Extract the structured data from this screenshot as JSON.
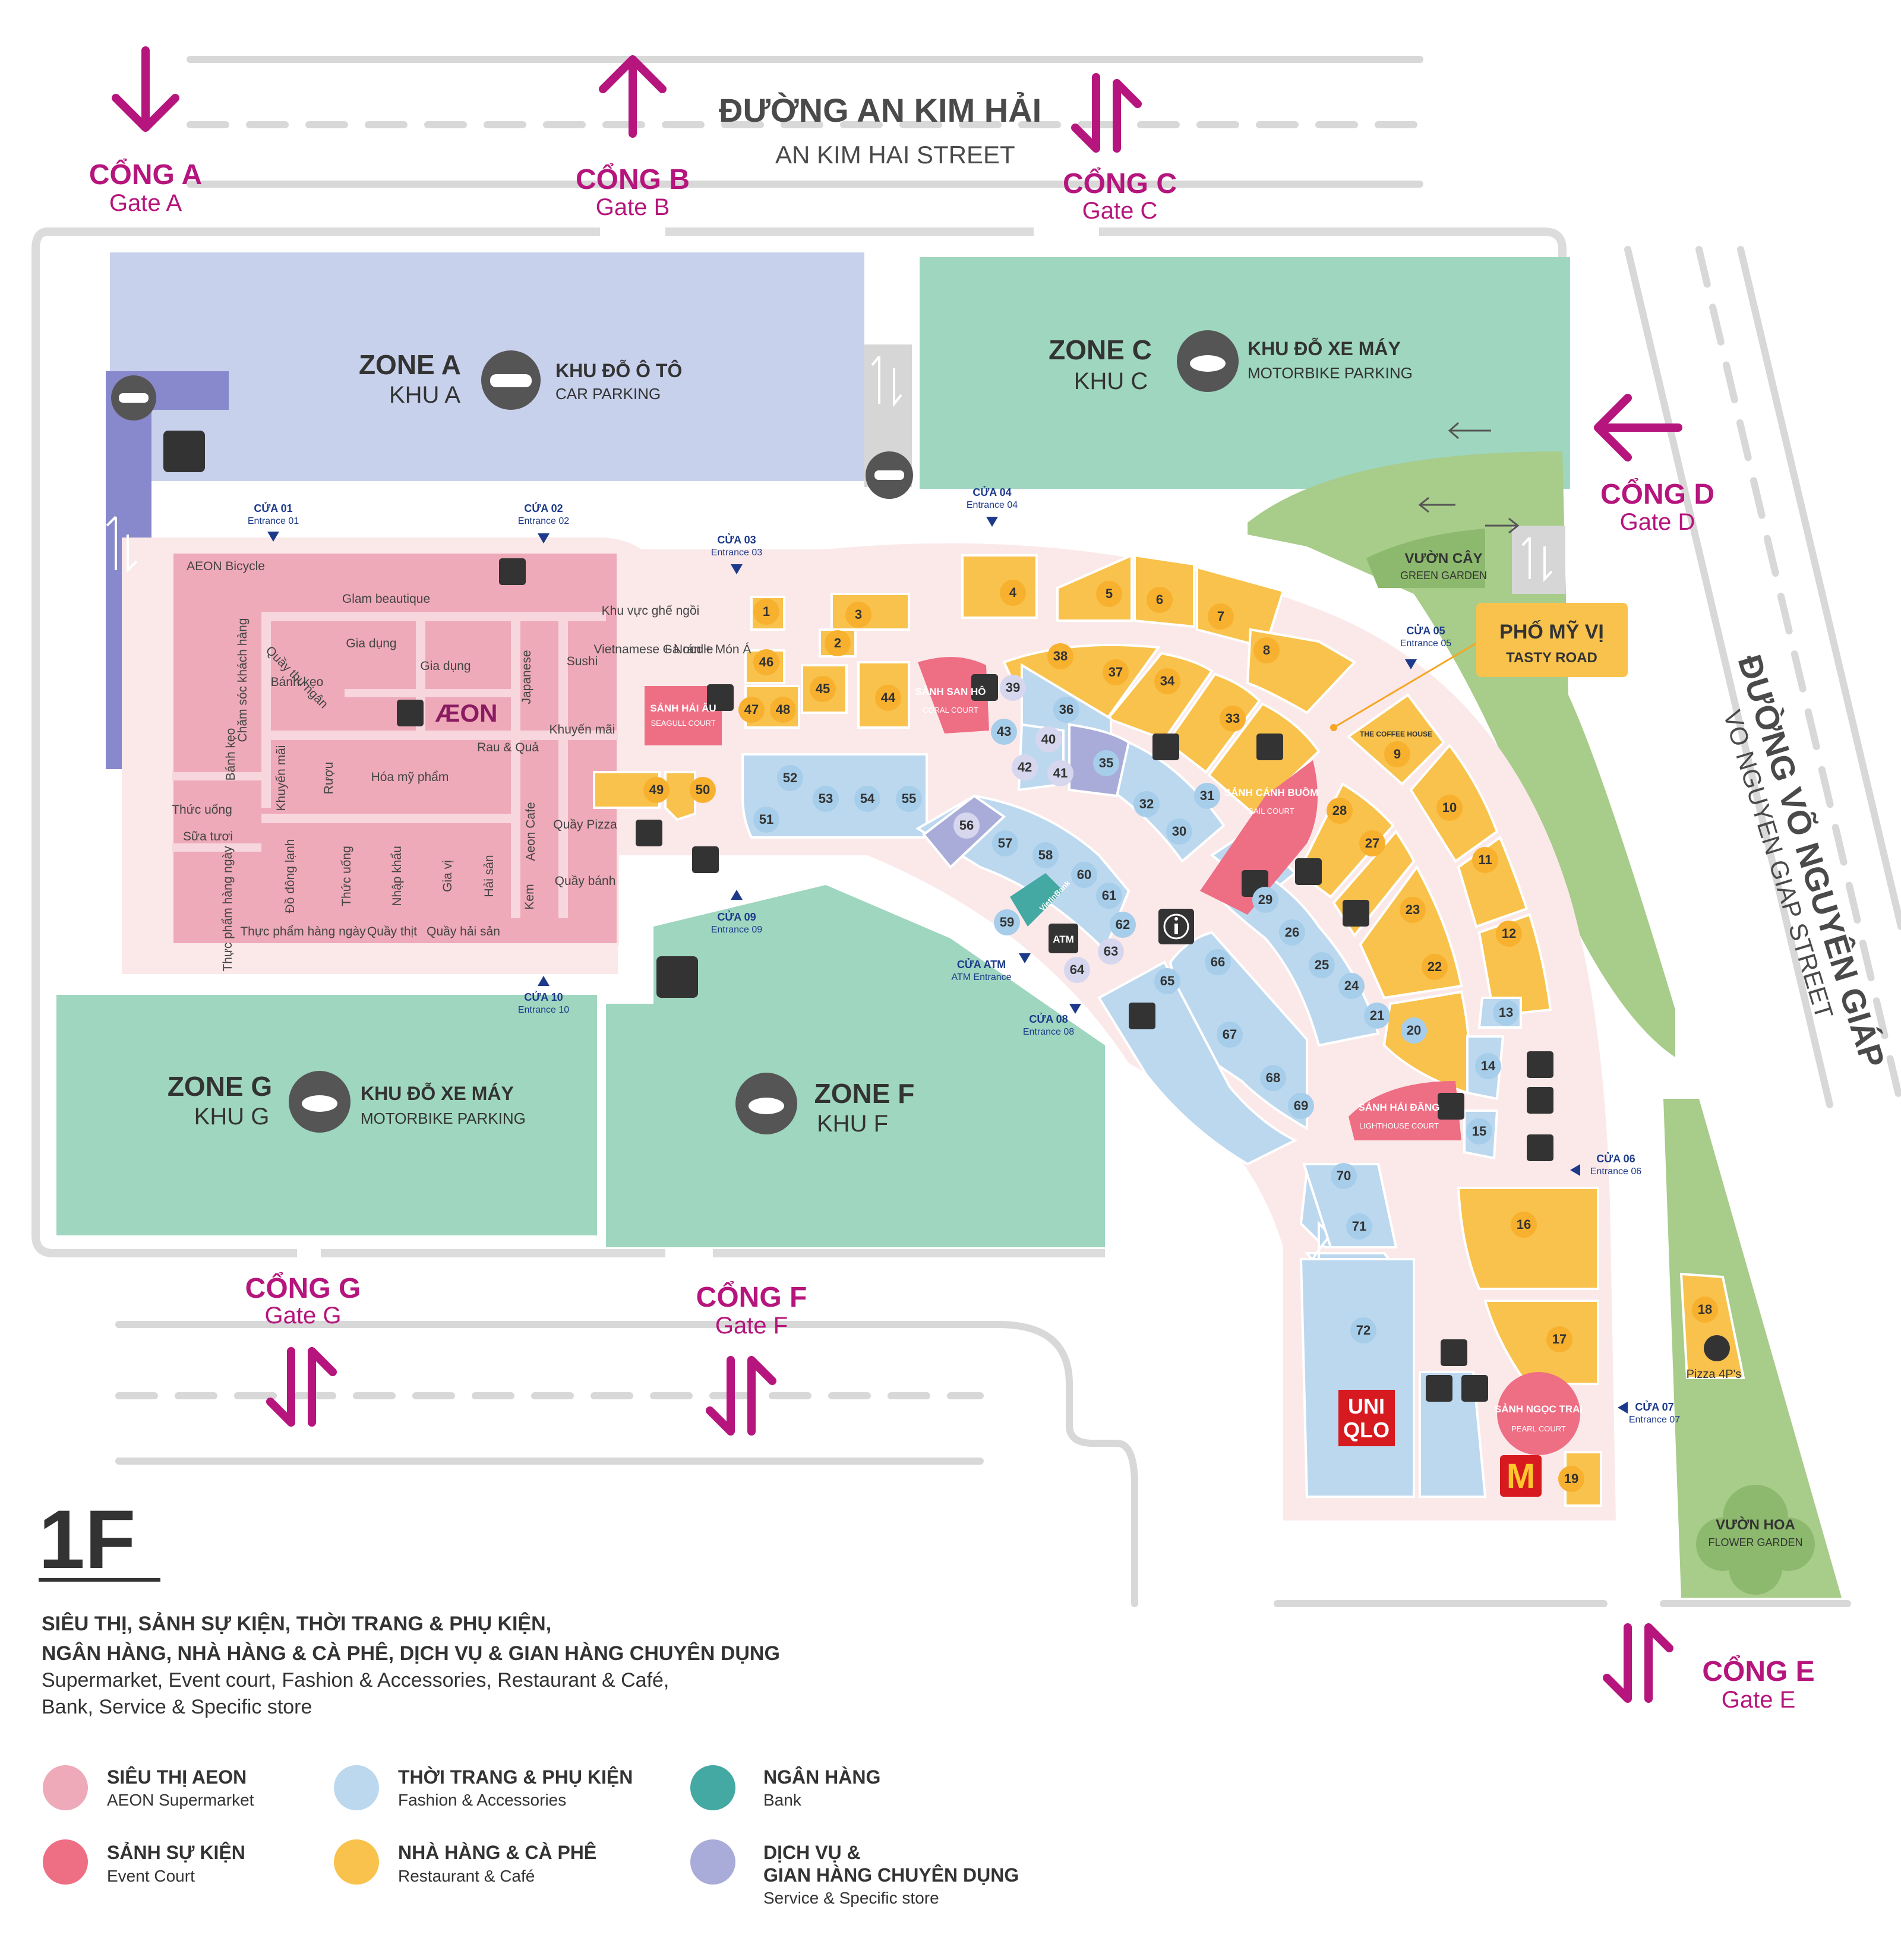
{
  "street_top": {
    "title": "ĐƯỜNG AN KIM HẢI",
    "subtitle": "AN KIM HAI STREET"
  },
  "street_right": {
    "title": "ĐƯỜNG VÕ NGUYÊN GIÁP",
    "subtitle": "VO NGUYEN GIAP STREET"
  },
  "gates": {
    "a": {
      "title": "CỔNG A",
      "sub": "Gate A"
    },
    "b": {
      "title": "CỔNG B",
      "sub": "Gate B"
    },
    "c": {
      "title": "CỔNG C",
      "sub": "Gate C"
    },
    "d": {
      "title": "CỔNG D",
      "sub": "Gate D"
    },
    "e": {
      "title": "CỔNG E",
      "sub": "Gate E"
    },
    "f": {
      "title": "CỔNG F",
      "sub": "Gate F"
    },
    "g": {
      "title": "CỔNG G",
      "sub": "Gate G"
    }
  },
  "zones": {
    "a": {
      "title": "ZONE A",
      "sub": "KHU A",
      "park_title": "KHU ĐỖ Ô TÔ",
      "park_sub": "CAR PARKING"
    },
    "c": {
      "title": "ZONE C",
      "sub": "KHU C",
      "park_title": "KHU ĐỖ XE MÁY",
      "park_sub": "MOTORBIKE PARKING"
    },
    "g": {
      "title": "ZONE G",
      "sub": "KHU G",
      "park_title": "KHU ĐỖ XE MÁY",
      "park_sub": "MOTORBIKE PARKING"
    },
    "f": {
      "title": "ZONE F",
      "sub": "KHU F"
    }
  },
  "entrances": {
    "e01": {
      "title": "CỬA 01",
      "sub": "Entrance 01"
    },
    "e02": {
      "title": "CỬA 02",
      "sub": "Entrance 02"
    },
    "e03": {
      "title": "CỬA 03",
      "sub": "Entrance 03"
    },
    "e04": {
      "title": "CỬA 04",
      "sub": "Entrance 04"
    },
    "e05": {
      "title": "CỬA 05",
      "sub": "Entrance 05"
    },
    "e06": {
      "title": "CỬA 06",
      "sub": "Entrance 06"
    },
    "e07": {
      "title": "CỬA 07",
      "sub": "Entrance 07"
    },
    "e08": {
      "title": "CỬA 08",
      "sub": "Entrance 08"
    },
    "e09": {
      "title": "CỬA 09",
      "sub": "Entrance 09"
    },
    "e10": {
      "title": "CỬA 10",
      "sub": "Entrance 10"
    },
    "atm": {
      "title": "CỬA ATM",
      "sub": "ATM Entrance"
    }
  },
  "aeon_labels": {
    "bicycle": "AEON Bicycle",
    "glam": "Glam beautique",
    "seating": "Khu vực ghế ngồi",
    "customer_care": "Chăm sóc khách hàng",
    "cashier": "Quầy thu ngân",
    "gia_dung_1": "Gia dụng",
    "gia_dung_2": "Gia dụng",
    "japanese": "Japanese",
    "sushi": "Sushi",
    "noodle": "Vietnamese + Noodle",
    "ga_ran": "Gà rán + Món Á",
    "banh_keo_1": "Bánh kẹo",
    "banh_keo_2": "Bánh kẹo",
    "logo": "ÆON",
    "rau_qua": "Rau & Quả",
    "khuyen_mai_1": "Khuyến mãi",
    "khuyen_mai_2": "Khuyến mãi",
    "ruou": "Rượu",
    "hoa_my_pham": "Hóa mỹ phẩm",
    "aeon_cafe": "Aeon Cafe",
    "pizza": "Quầy Pizza",
    "thuc_uong_1": "Thức uống",
    "thuc_uong_2": "Thức uống",
    "sua_tuoi": "Sữa tươi",
    "do_dong_lanh": "Đồ đông lạnh",
    "nhap_khau": "Nhập khẩu",
    "gia_vi": "Gia vị",
    "hai_san": "Hải sản",
    "kem": "Kem",
    "quay_banh": "Quầy bánh",
    "tp_hang_ngay_1": "Thực phẩm hàng ngày",
    "tp_hang_ngay_2": "Thực phẩm hàng ngày",
    "quay_thit": "Quầy thịt",
    "quay_hai_san": "Quầy hải sản"
  },
  "courts": {
    "hai_au": {
      "title": "SẢNH HẢI ÂU",
      "sub": "SEAGULL COURT"
    },
    "san_ho": {
      "title": "SẢNH SAN HÔ",
      "sub": "CORAL COURT"
    },
    "canh_buom": {
      "title": "SẢNH CÁNH BUỒM",
      "sub": "SAIL COURT"
    },
    "hai_dang": {
      "title": "SẢNH HẢI ĐĂNG",
      "sub": "LIGHTHOUSE COURT"
    },
    "ngoc_trai": {
      "title": "SẢNH NGỌC TRAI",
      "sub": "PEARL COURT"
    }
  },
  "gardens": {
    "green": {
      "title": "VƯỜN CÂY",
      "sub": "GREEN GARDEN"
    },
    "flower": {
      "title": "VƯỜN HOA",
      "sub": "FLOWER GARDEN"
    }
  },
  "tasty_road": {
    "title": "PHỐ MỸ VỊ",
    "sub": "TASTY ROAD"
  },
  "brands": {
    "uniqlo_1": "UNI",
    "uniqlo_2": "QLO",
    "mcd": "M",
    "coffee_house": "THE COFFEE HOUSE",
    "pizza4ps": "Pizza 4P's",
    "atm": "ATM",
    "bank": "VietinBank"
  },
  "stores": [
    "1",
    "2",
    "3",
    "4",
    "5",
    "6",
    "7",
    "8",
    "9",
    "10",
    "11",
    "12",
    "13",
    "14",
    "15",
    "16",
    "17",
    "18",
    "19",
    "20",
    "21",
    "22",
    "23",
    "24",
    "25",
    "26",
    "27",
    "28",
    "29",
    "30",
    "31",
    "32",
    "33",
    "34",
    "35",
    "36",
    "37",
    "38",
    "39",
    "40",
    "41",
    "42",
    "43",
    "44",
    "45",
    "46",
    "47",
    "48",
    "49",
    "50",
    "51",
    "52",
    "53",
    "54",
    "55",
    "56",
    "57",
    "58",
    "59",
    "60",
    "61",
    "62",
    "63",
    "64",
    "65",
    "66",
    "67",
    "68",
    "69",
    "70",
    "71",
    "72"
  ],
  "floor": "1F",
  "description": {
    "vi_line1": "SIÊU THỊ, SẢNH SỰ KIỆN, THỜI TRANG & PHỤ KIỆN,",
    "vi_line2": "NGÂN HÀNG, NHÀ HÀNG & CÀ PHÊ, DỊCH VỤ & GIAN HÀNG CHUYÊN DỤNG",
    "en_line1": "Supermarket, Event court, Fashion & Accessories, Restaurant & Café,",
    "en_line2": "Bank, Service & Specific store"
  },
  "legend": [
    {
      "title": "SIÊU THỊ AEON",
      "sub": "AEON Supermarket",
      "color": "#eeaab9"
    },
    {
      "title": "THỜI TRANG & PHỤ KIỆN",
      "sub": "Fashion & Accessories",
      "color": "#bcd8ef"
    },
    {
      "title": "NGÂN HÀNG",
      "sub": "Bank",
      "color": "#44a8a3"
    },
    {
      "title": "SẢNH SỰ KIỆN",
      "sub": "Event Court",
      "color": "#ee6e84"
    },
    {
      "title": "NHÀ HÀNG & CÀ PHÊ",
      "sub": "Restaurant & Café",
      "color": "#f8c24c"
    },
    {
      "title": "DỊCH VỤ &",
      "title2": "GIAN HÀNG CHUYÊN DỤNG",
      "sub": "Service & Specific store",
      "color": "#a9acd8"
    }
  ],
  "colors": {
    "aeon": "#eeaab9",
    "fashion": "#bcd8ef",
    "bank": "#44a8a3",
    "event": "#ee6e84",
    "food": "#f8c24c",
    "service": "#a9acd8",
    "parking_car": "#c8d1ec",
    "parking_moto": "#9fd6c0",
    "garden": "#a8cc8a",
    "gate": "#b5157c",
    "mall_floor": "#fbe9ea"
  }
}
